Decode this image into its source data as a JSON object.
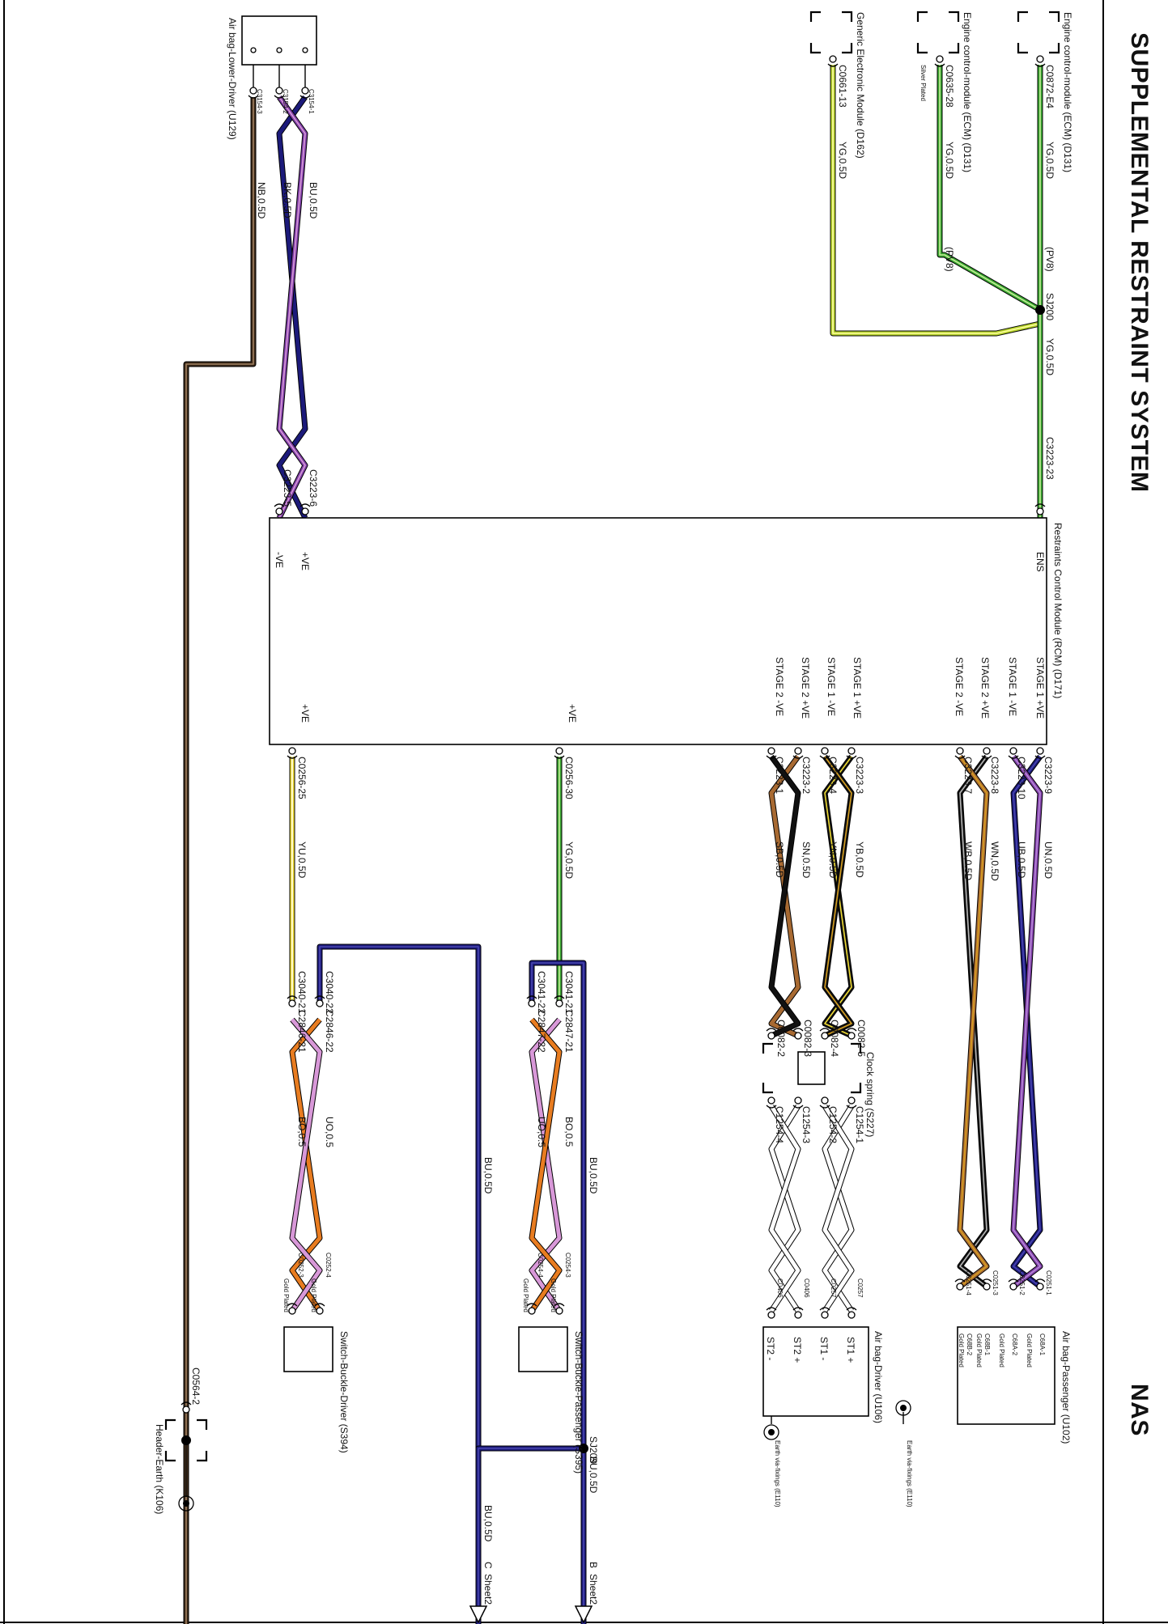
{
  "header": {
    "title": "SUPPLEMENTAL RESTRAINT SYSTEM",
    "region": "NAS"
  },
  "colors": {
    "navy": "#1c1a7a",
    "navy_light": "#4a46b0",
    "green": "#3aa832",
    "green_light": "#c4ec96",
    "yellow_green": "#b8d430",
    "yellow": "#f0dc34",
    "brown": "#3a2818",
    "brown_orange": "#a86a32",
    "pink": "#d898d8",
    "purple": "#8040a8",
    "orange": "#e87c20",
    "black": "#111111",
    "silver": "#b8b8b8",
    "gold": "#d8a020",
    "gray": "#888888"
  },
  "components": {
    "ecm1": "Engine control-module (ECM) (D131)",
    "ecm2": "Engine control-module (ECM) (D131)",
    "gem": "Generic Electronic Module (D162)",
    "ab_lower": "Air bag-Lower-Driver (U129)",
    "rcm": "Restraints Control Module (RCM) (D171)",
    "clock": "Clock spring (S227)",
    "ab_driver": "Air bag-Driver (U106)",
    "ab_pass": "Air bag-Passenger (U102)",
    "sw_pass": "Switch-Buckle-Passenger (S395)",
    "sw_drv": "Switch-Buckle-Driver (S394)",
    "hdr_earth": "Header-Earth (K106)",
    "earth1": "Earth via-fixings (E110)",
    "earth2": "Earth via-fixings (E110)"
  },
  "pins": {
    "ens": "ENS",
    "s1p": "STAGE 1 +VE",
    "s1n": "STAGE 1 -VE",
    "s2p": "STAGE 2 +VE",
    "s2n": "STAGE 2 -VE",
    "ve_pos": "+VE",
    "ve_neg": "-VE",
    "st1p": "ST1 +",
    "st1n": "ST1 -",
    "st2p": "ST2 +",
    "st2n": "ST2 -"
  },
  "wires": {
    "yg": "YG,0.5D",
    "pv8": "(PV8)",
    "bu": "BU,0.5D",
    "bk": "BK,0.5D",
    "nb": "NB,0.5D",
    "un": "UN,0.5D",
    "ub": "UB,0.5D",
    "wn": "WN,0.5D",
    "wb": "WB,0.5D",
    "yb": "YB,0.5D",
    "yn": "YN,0.5D",
    "sn": "SN,0.5D",
    "sb": "SB,0.5D",
    "yu": "YU,0.5D",
    "bo": "BO,0.5",
    "uo": "UO,0.5"
  },
  "connectors": {
    "c0872": "C0872-E4",
    "c0635": "C0635-28",
    "c0661": "C0661-13",
    "sj200": "SJ200",
    "c3223_23": "C3223-23",
    "c3154_1": "C3154-1",
    "c3154_2": "C3154-2",
    "c3154_3": "C3154-3",
    "c3223_6": "C3223-6",
    "c3223_5": "C3223-5",
    "c3223_9": "C3223-9",
    "c3223_10": "C3223-10",
    "c3223_8": "C3223-8",
    "c3223_7": "C3223-7",
    "c3223_3": "C3223-3",
    "c3223_4": "C3223-4",
    "c3223_2": "C3223-2",
    "c3223_1": "C3223-1",
    "c0256_30": "C0256-30",
    "c0256_25": "C0256-25",
    "c0082_5": "C0082-5",
    "c0082_4": "C0082-4",
    "c0082_3": "C0082-3",
    "c0082_2": "C0082-2",
    "c1254_1": "C1254-1",
    "c1254_2": "C1254-2",
    "c1254_3": "C1254-3",
    "c1254_4": "C1254-4",
    "c0257a": "C0257",
    "c0257b": "C0257",
    "c0406a": "C0406",
    "c0406b": "C0406",
    "c0251_1": "C0251-1",
    "c0251_2": "C0251-2",
    "c0251_3": "C0251-3",
    "c0251_4": "C0251-4",
    "c68a_1": "C68A-1",
    "c68a_2": "C68A-2",
    "c68b_1": "C68B-1",
    "c68b_2": "C68B-2",
    "c3041_21": "C3041-21",
    "c2847_21": "C2847-21",
    "c3041_22": "C3041-22",
    "c2847_22": "C2847-22",
    "c3040_22": "C3040-22",
    "c2846_22": "C2846-22",
    "c3040_21": "C3040-21",
    "c2846_21": "C2846-21",
    "c0254_3": "C0254-3",
    "c0254_4": "C0254-4",
    "c0252_4": "C0252-4",
    "c0252_3": "C0252-3",
    "c0564_2": "C0564-2",
    "sj209": "SJ209"
  },
  "plating": {
    "silver": "Silver Plated",
    "gold": "Gold Plated"
  },
  "offsheet": {
    "b": {
      "letter": "B",
      "sheet": "Sheet2"
    },
    "c": {
      "letter": "C",
      "sheet": "Sheet2"
    }
  }
}
